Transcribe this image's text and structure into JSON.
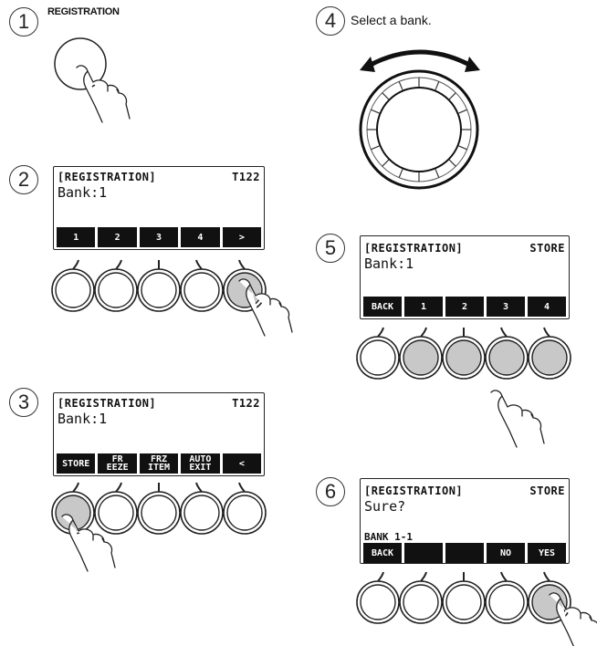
{
  "steps": [
    {
      "num": "1",
      "caption": "REGISTRATION"
    },
    {
      "num": "2",
      "screen": {
        "title": "[REGISTRATION]",
        "right": "T122",
        "line": "Bank:1",
        "keys": [
          "1",
          "2",
          "3",
          "4",
          ">"
        ]
      }
    },
    {
      "num": "3",
      "screen": {
        "title": "[REGISTRATION]",
        "right": "T122",
        "line": "Bank:1",
        "keys": [
          "STORE",
          "FR\nEEZE",
          "FRZ\nITEM",
          "AUTO\nEXIT",
          "<"
        ]
      }
    },
    {
      "num": "4",
      "caption": "Select a bank."
    },
    {
      "num": "5",
      "screen": {
        "title": "[REGISTRATION]",
        "right": "STORE",
        "line": "Bank:1",
        "keys": [
          "BACK",
          "1",
          "2",
          "3",
          "4"
        ]
      }
    },
    {
      "num": "6",
      "screen": {
        "title": "[REGISTRATION]",
        "right": "STORE",
        "line": "Sure?",
        "sub": "BANK 1-1",
        "keys": [
          "BACK",
          "",
          "",
          "NO",
          "YES"
        ]
      }
    }
  ],
  "colors": {
    "line": "#222222",
    "pressed_button": "#c8c8c8",
    "softkey_bg": "#111111"
  }
}
